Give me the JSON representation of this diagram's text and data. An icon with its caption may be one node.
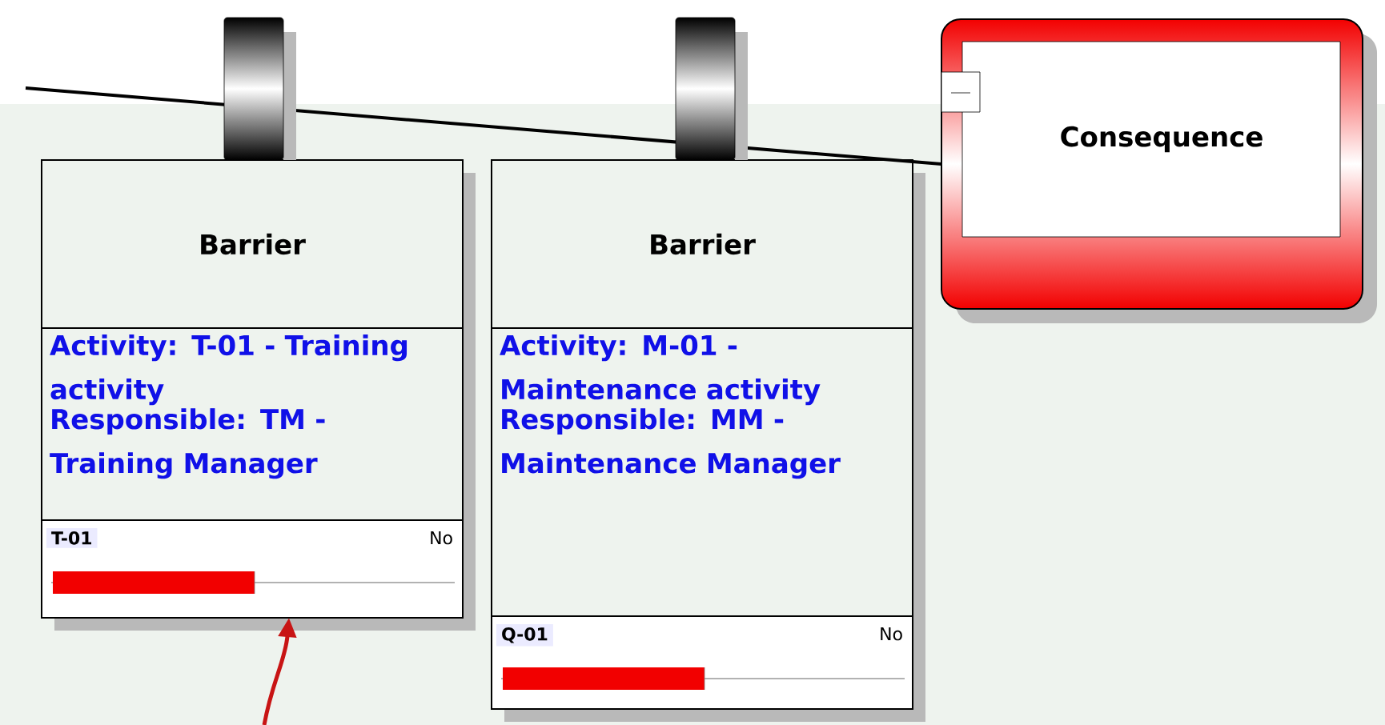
{
  "diagram": {
    "nodes": [
      {
        "text": [
          "Barrier",
          "Activity: T-01 - Training activity",
          "Responsible: TM - Training Manager"
        ]
      },
      {
        "text": [
          "T-01",
          "No"
        ],
        "in": 0
      },
      {
        "text": [
          "Barrier",
          "Activity: M-01 - Maintenance activity",
          "Responsible: MM - Maintenance Manager"
        ]
      },
      {
        "text": [
          "Q-01",
          "No"
        ],
        "in": 2
      },
      {
        "text": [
          "Consequence"
        ]
      }
    ],
    "edges": [
      {
        "from": null,
        "to": 4,
        "arrow": "none"
      },
      {
        "from": null,
        "to": 1,
        "arrow": "to",
        "color": "#c81414"
      }
    ]
  }
}
